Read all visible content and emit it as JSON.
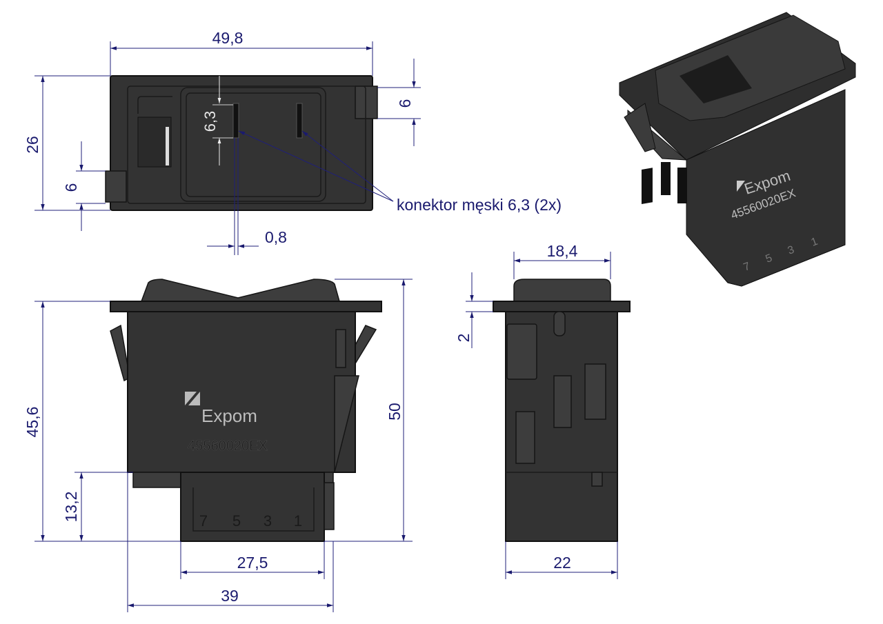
{
  "title_views": [
    "top",
    "front",
    "side",
    "3d"
  ],
  "top_view": {
    "dim_width": "49,8",
    "dim_height": "26",
    "dim_left_tab": "6",
    "dim_right_tab": "6",
    "dim_connector": "6,3",
    "dim_thickness": "0,8",
    "callout": "konektor męski 6,3 (2x)"
  },
  "front_view": {
    "dim_flange_height": "45,6",
    "dim_connector_height": "13,2",
    "dim_total_height": "50",
    "dim_connector_width": "27,5",
    "dim_body_width": "39",
    "brand": "Expom",
    "part_number": "45560020EX",
    "pins": [
      "7",
      "5",
      "3",
      "1"
    ]
  },
  "side_view": {
    "dim_rocker_width": "18,4",
    "dim_flange_thickness": "2",
    "dim_body_width": "22"
  },
  "render_3d": {
    "brand": "Expom",
    "part_number": "45560020EX",
    "pins": [
      "7",
      "5",
      "3",
      "1"
    ]
  },
  "colors": {
    "dimension": "#1a1a6e",
    "body": "#333333"
  }
}
